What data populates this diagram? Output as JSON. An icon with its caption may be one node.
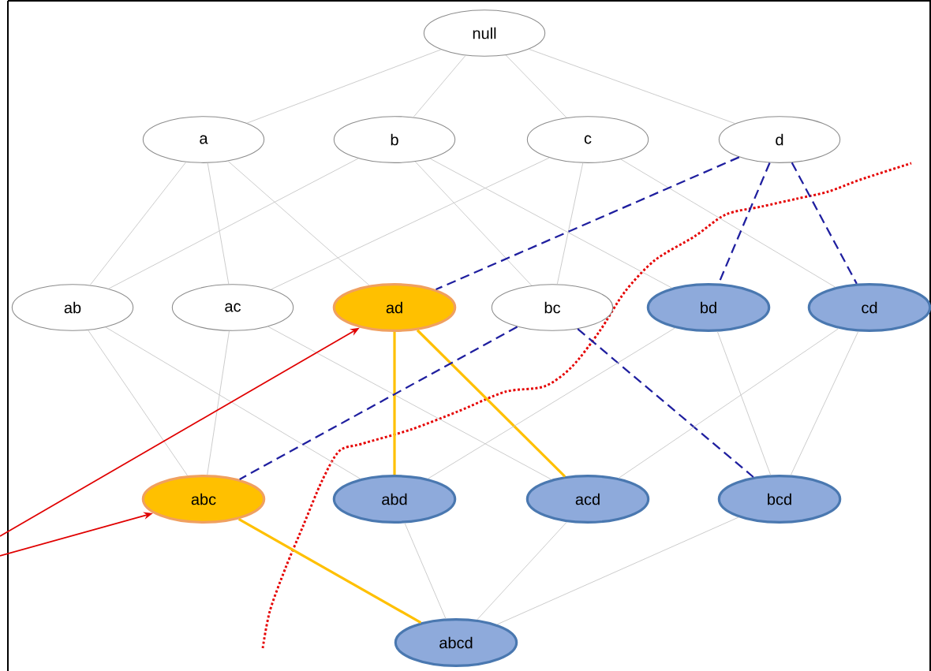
{
  "diagram": {
    "nodes": [
      {
        "text": [
          "null"
        ]
      },
      {
        "text": [
          "a"
        ]
      },
      {
        "text": [
          "b"
        ]
      },
      {
        "text": [
          "c"
        ]
      },
      {
        "text": [
          "d"
        ]
      },
      {
        "text": [
          "ab"
        ]
      },
      {
        "text": [
          "ac"
        ]
      },
      {
        "text": [
          "ad"
        ]
      },
      {
        "text": [
          "bc"
        ]
      },
      {
        "text": [
          "bd"
        ]
      },
      {
        "text": [
          "cd"
        ]
      },
      {
        "text": [
          "abc"
        ]
      },
      {
        "text": [
          "abd"
        ]
      },
      {
        "text": [
          "acd"
        ]
      },
      {
        "text": [
          "bcd"
        ]
      },
      {
        "text": [
          "abcd"
        ]
      }
    ],
    "edges": [
      {
        "from": 0,
        "to": 1,
        "arrow": "none"
      },
      {
        "from": 0,
        "to": 2,
        "arrow": "none"
      },
      {
        "from": 0,
        "to": 3,
        "arrow": "none"
      },
      {
        "from": 0,
        "to": 4,
        "arrow": "none"
      },
      {
        "from": 1,
        "to": 5,
        "arrow": "none"
      },
      {
        "from": 1,
        "to": 6,
        "arrow": "none"
      },
      {
        "from": 1,
        "to": 7,
        "arrow": "none"
      },
      {
        "from": 2,
        "to": 5,
        "arrow": "none"
      },
      {
        "from": 2,
        "to": 8,
        "arrow": "none"
      },
      {
        "from": 2,
        "to": 9,
        "arrow": "none"
      },
      {
        "from": 3,
        "to": 6,
        "arrow": "none"
      },
      {
        "from": 3,
        "to": 8,
        "arrow": "none"
      },
      {
        "from": 3,
        "to": 10,
        "arrow": "none"
      },
      {
        "from": 4,
        "to": 7,
        "arrow": "none",
        "style": "dashed",
        "color": "#1f1f9f"
      },
      {
        "from": 4,
        "to": 9,
        "arrow": "none",
        "style": "dashed",
        "color": "#1f1f9f"
      },
      {
        "from": 4,
        "to": 10,
        "arrow": "none",
        "style": "dashed",
        "color": "#1f1f9f"
      },
      {
        "from": 5,
        "to": 11,
        "arrow": "none"
      },
      {
        "from": 5,
        "to": 12,
        "arrow": "none"
      },
      {
        "from": 6,
        "to": 11,
        "arrow": "none"
      },
      {
        "from": 6,
        "to": 13,
        "arrow": "none"
      },
      {
        "from": 7,
        "to": 12,
        "arrow": "none",
        "style": "thick",
        "color": "#ffc000"
      },
      {
        "from": 7,
        "to": 13,
        "arrow": "none",
        "style": "thick",
        "color": "#ffc000"
      },
      {
        "from": 8,
        "to": 11,
        "arrow": "none",
        "style": "dashed",
        "color": "#1f1f9f"
      },
      {
        "from": 8,
        "to": 14,
        "arrow": "none",
        "style": "dashed",
        "color": "#1f1f9f"
      },
      {
        "from": 9,
        "to": 12,
        "arrow": "none"
      },
      {
        "from": 9,
        "to": 14,
        "arrow": "none"
      },
      {
        "from": 10,
        "to": 13,
        "arrow": "none"
      },
      {
        "from": 10,
        "to": 14,
        "arrow": "none"
      },
      {
        "from": 11,
        "to": 15,
        "arrow": "none",
        "style": "thick",
        "color": "#ffc000"
      },
      {
        "from": 12,
        "to": 15,
        "arrow": "none"
      },
      {
        "from": 13,
        "to": 15,
        "arrow": "none"
      },
      {
        "from": 14,
        "to": 15,
        "arrow": "none"
      },
      {
        "from": null,
        "to": 7,
        "arrow": "to",
        "color": "#e00000"
      },
      {
        "from": null,
        "to": 11,
        "arrow": "to",
        "color": "#e00000"
      }
    ]
  }
}
